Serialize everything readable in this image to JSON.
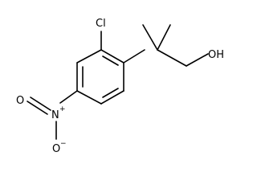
{
  "molecule": {
    "atoms": {
      "chlorine": "Cl",
      "hydroxyl": "OH",
      "nitrogen": "N",
      "nitro_oxygen_top": "O",
      "nitro_oxygen_bottom": "O"
    },
    "charges": {
      "nitrogen": "+",
      "nitro_oxygen_bottom": "−"
    }
  }
}
